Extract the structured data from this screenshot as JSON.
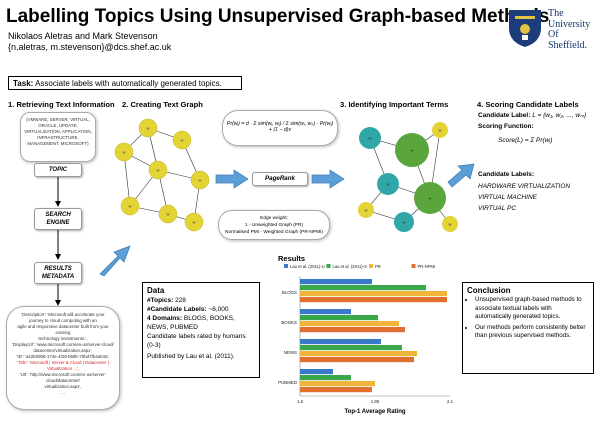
{
  "header": {
    "title": "Labelling Topics Using Unsupervised Graph-based Methods",
    "authors": "Nikolaos Aletras and Mark Stevenson",
    "email": "{n.aletras, m.stevenson}@dcs.shef.ac.uk",
    "university_lines": [
      "The",
      "University",
      "Of",
      "Sheffield."
    ]
  },
  "task": {
    "label": "Task:",
    "text": "Associate labels with automatically generated topics."
  },
  "sections": {
    "s1": "1. Retrieving Text Information",
    "s2": "2. Creating Text Graph",
    "s3": "3. Identifying Important Terms",
    "s4": "4. Scoring Candidate Labels"
  },
  "retrieval": {
    "topic_terms": "(VMWARE, SERVER, VIRTUAL, ORACLE, UPDATE, VIRTUALIZATION, APPLICATION, INFRASTRUCTURE, MANAGEMENT, MICROSOFT)",
    "topic": "TOPIC",
    "search_engine": "SEARCH ENGINE",
    "results_metadata": "RESULTS METADATA",
    "metadata_lines": [
      "'Description': 'Microsoft will accelerate your",
      "journey to cloud computing with an",
      "agile and responsive datacenter built from your existing",
      "technology investments.',",
      "'DisplayUrl': 'www.microsoft.com/en-us/server-cloud/",
      "datacenter/virtualization.aspx',",
      "'ID': 'a42b0908-174e-4f29-b59b-70bd7fb4ab4a',",
      "'Title': 'Microsoft | Server & Cloud | Datacenter |",
      "Virtualization ...',",
      "'Url': 'http://www.microsoft.com/en-us/server-cloud/datacenter/",
      "virtualization.aspx',",
      "..."
    ]
  },
  "graph": {
    "node_label": "w",
    "pagerank_formula": "Pr(wᵢ) = d · Σ sim(wᵢ, wⱼ) / Σ sim(wⱼ, wₖ) · Pr(wⱼ) + (1 − d)v",
    "pagerank_label": "PageRank",
    "edge_weight_lines": [
      "Edge weight:",
      "1 - Unweighted Graph (PR)",
      "Normalised PMI - Weighted Graph (PR-NPMI)"
    ]
  },
  "scoring": {
    "candidate_label_heading": "Candidate Label:",
    "candidate_label_def": "L = {w₁, w₂, ..., wₘ}",
    "scoring_function_heading": "Scoring Function:",
    "score_formula": "Score(L) = Σ Pr(wᵢ)",
    "candidate_labels_heading": "Candidate Labels:",
    "labels": [
      "HARDWARE VIRTUALIZATION",
      "VIRTUAL MACHINE",
      "VIRTUAL PC"
    ]
  },
  "data_box": {
    "heading": "Data",
    "topics_label": "#Topics:",
    "topics_value": "228",
    "candidates_label": "#Candidate Labels:",
    "candidates_value": "~6,000",
    "domains_label": "4 Domains:",
    "domains_value": "BLOGS, BOOKS, NEWS, PUBMED",
    "rated": "Candidate labels rated by humans (0-3)",
    "published": "Published by Lau et al. (2011)."
  },
  "conclusion": {
    "heading": "Conclusion",
    "bullets": [
      "Unsupervised graph-based methods to associate textual labels with automatically generated topics.",
      "Our methods perform consistently better than previous supervised methods."
    ]
  },
  "chart_data": {
    "type": "bar",
    "orientation": "horizontal",
    "title": "Results",
    "xlabel": "Top-1 Average Rating",
    "xlim": [
      1.6,
      2.1
    ],
    "xticks": [
      "1.6",
      "1.85",
      "2.1"
    ],
    "categories": [
      "BLOGS",
      "BOOKS",
      "NEWS",
      "PUBMED"
    ],
    "series": [
      {
        "name": "Lau et al. (2011)-U",
        "color": "#3a78c9",
        "values": [
          1.84,
          1.77,
          1.87,
          1.71
        ]
      },
      {
        "name": "Lau et al. (2011)-S",
        "color": "#3aa84a",
        "values": [
          2.02,
          1.86,
          1.94,
          1.77
        ]
      },
      {
        "name": "PR",
        "color": "#f0b43a",
        "values": [
          2.09,
          1.93,
          1.99,
          1.85
        ]
      },
      {
        "name": "PR-NPMI",
        "color": "#e07030",
        "values": [
          2.09,
          1.95,
          1.98,
          1.84
        ]
      }
    ],
    "legend_position": "top",
    "grid": false
  },
  "colors": {
    "yellow_node": "#e3d334",
    "teal_node": "#2fa7a8",
    "green_node": "#5aa63c",
    "arrow_blue": "#5b9fd6"
  }
}
